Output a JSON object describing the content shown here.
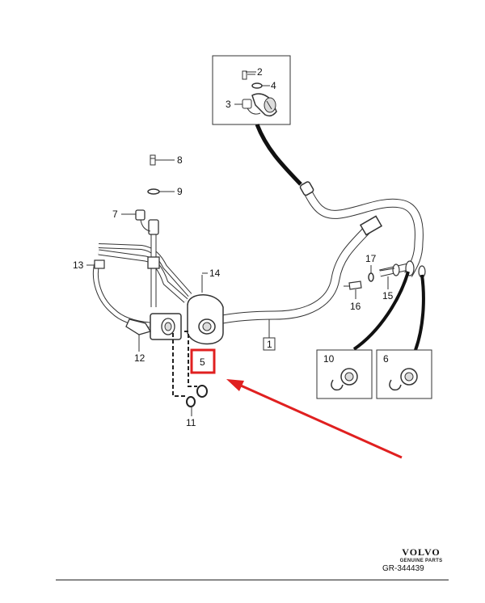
{
  "callouts": {
    "c1": "1",
    "c2": "2",
    "c3": "3",
    "c4": "4",
    "c5": "5",
    "c6": "6",
    "c7": "7",
    "c8": "8",
    "c9": "9",
    "c10": "10",
    "c11": "11",
    "c12": "12",
    "c13": "13",
    "c14": "14",
    "c15": "15",
    "c16": "16",
    "c17": "17"
  },
  "highlight": {
    "part": "5",
    "color": "#e02020"
  },
  "logo": {
    "brand": "VOLVO",
    "sub": "GENUINE PARTS"
  },
  "figure_code": "GR-344439"
}
